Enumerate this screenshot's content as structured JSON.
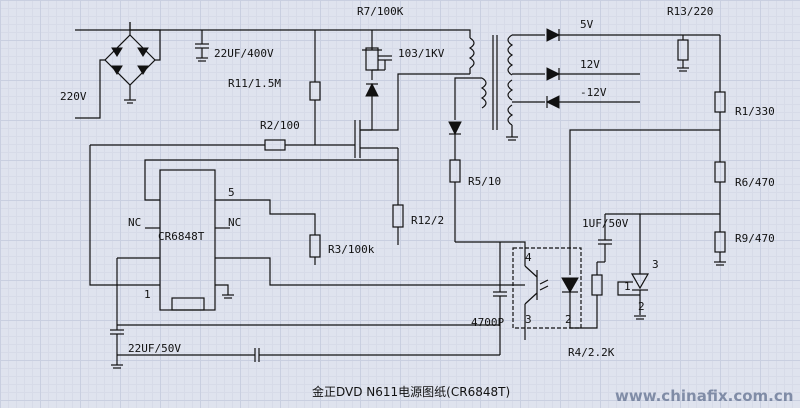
{
  "title": "金正DVD N611电源图纸(CR6848T)",
  "watermark": "www.chinafix.com.cn",
  "labels": {
    "ac_in": "220V",
    "c_bulk": "22UF/400V",
    "r7": "R7/100K",
    "c_snub": "103/1KV",
    "r11": "R11/1.5M",
    "r2": "R2/100",
    "ic": "CR6848T",
    "nc_left": "NC",
    "nc_right": "NC",
    "pin5": "5",
    "pin1": "1",
    "r12": "R12/2",
    "r3": "R3/100k",
    "r5": "R5/10",
    "out_5v": "5V",
    "out_12v": "12V",
    "out_m12v": "-12V",
    "r13": "R13/220",
    "r1": "R1/330",
    "r6": "R6/470",
    "r9": "R9/470",
    "c_1uf": "1UF/50V",
    "opto_p4": "4",
    "opto_p3": "3",
    "opto_p2": "2",
    "c_4700p": "4700P",
    "r4": "R4/2.2K",
    "tl_p1": "1",
    "tl_p2": "2",
    "tl_p3": "3",
    "c_vcc": "22UF/50V"
  }
}
